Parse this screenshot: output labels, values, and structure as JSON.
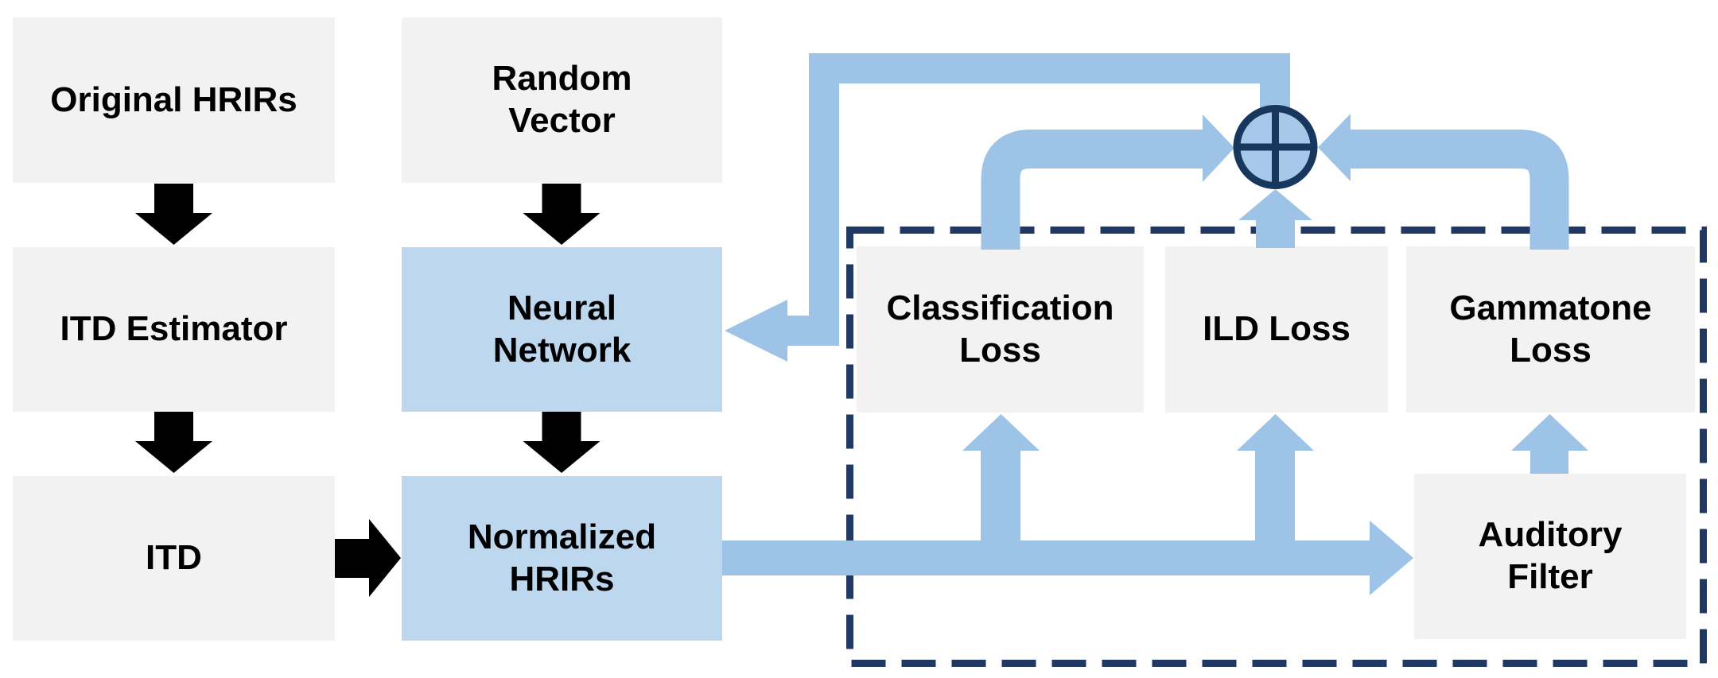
{
  "boxes": {
    "original_hrirs": {
      "label": "Original HRIRs"
    },
    "random_vector": {
      "label": "Random\nVector"
    },
    "itd_estimator": {
      "label": "ITD Estimator"
    },
    "neural_network": {
      "label": "Neural\nNetwork"
    },
    "itd": {
      "label": "ITD"
    },
    "normalized_hrirs": {
      "label": "Normalized\nHRIRs"
    },
    "classification_loss": {
      "label": "Classification\nLoss"
    },
    "ild_loss": {
      "label": "ILD Loss"
    },
    "gammatone_loss": {
      "label": "Gammatone\nLoss"
    },
    "auditory_filter": {
      "label": "Auditory\nFilter"
    }
  },
  "icons": {
    "sum_junction": "circled-plus"
  },
  "colors": {
    "gray_box": "#f2f2f2",
    "blue_box": "#bdd7ee",
    "arrow_blue": "#9dc3e6",
    "navy": "#1f3864",
    "ring_navy": "#17375e",
    "sum_fill": "#a6c9e9",
    "ink": "#000000"
  }
}
